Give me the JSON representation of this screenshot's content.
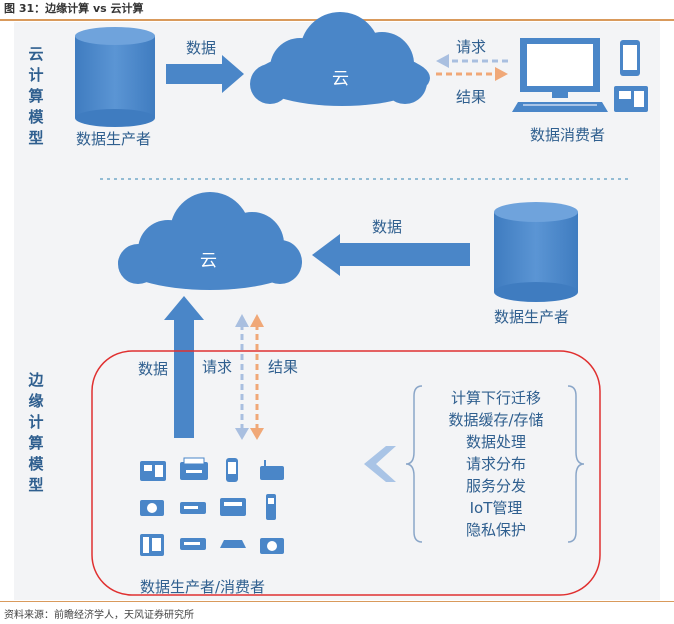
{
  "header": {
    "figure_title": "图 31：边缘计算 vs 云计算"
  },
  "footer": {
    "source": "资料来源：前瞻经济学人，天风证券研究所"
  },
  "cloud_model": {
    "section_label": "云计算模型",
    "producer_label": "数据生产者",
    "data_arrow_label": "数据",
    "cloud_label": "云",
    "request_label": "请求",
    "result_label": "结果",
    "consumer_label": "数据消费者"
  },
  "edge_model": {
    "section_label": "边缘计算模型",
    "cloud_label": "云",
    "data_arrow_label": "数据",
    "producer_label": "数据生产者",
    "up_data_label": "数据",
    "request_label": "请求",
    "result_label": "结果",
    "devices_label": "数据生产者/消费者",
    "functions": [
      "计算下行迁移",
      "数据缓存/存储",
      "数据处理",
      "请求分布",
      "服务分发",
      "IoT管理",
      "隐私保护"
    ]
  },
  "colors": {
    "primary_blue": "#4a86c8",
    "label_blue": "#2f5f8f",
    "request_arrow": "#a9bfe0",
    "result_arrow": "#f0a878",
    "highlight_border": "#e03030",
    "rule_orange": "#d99a5c",
    "chevron": "#a9c4e6"
  }
}
